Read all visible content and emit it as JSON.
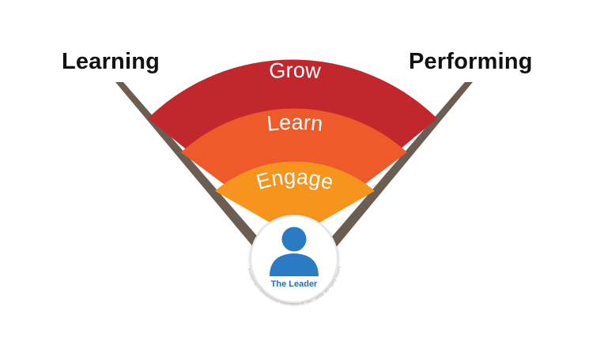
{
  "labels": {
    "left": "Learning",
    "right": "Performing"
  },
  "layers": {
    "outer": {
      "label": "Grow",
      "color": "#c1272d"
    },
    "middle": {
      "label": "Learn",
      "color": "#ee5a2a"
    },
    "inner": {
      "label": "Engage",
      "color": "#f7941d"
    }
  },
  "leader": {
    "label": "The Leader",
    "icon": "person-icon",
    "icon_color": "#2a7bc4"
  },
  "copyright": "© Development Dimensions International, Inc., 2016. All rights reserved.",
  "colors": {
    "funnel_wall": "#6b5d52",
    "circle_border": "#e4e4e4"
  }
}
